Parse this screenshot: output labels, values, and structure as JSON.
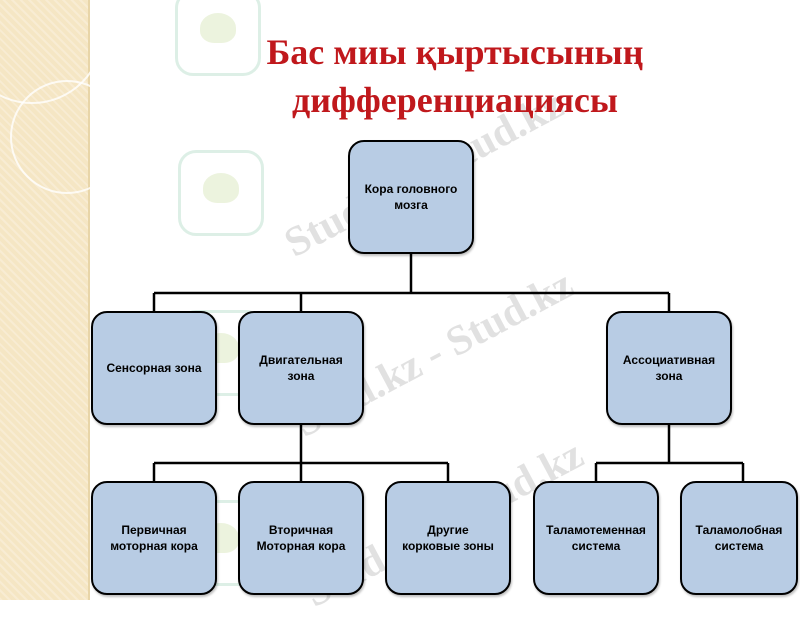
{
  "slide": {
    "title_line1": "Бас миы қыртысының",
    "title_line2": "дифференциациясы",
    "watermark": "Stud.kz - Stud.kz"
  },
  "diagram": {
    "root": "Кора головного мозга",
    "level2": [
      "Сенсорная зона",
      "Двигательная зона",
      "Ассоциативная зона"
    ],
    "motor_children": [
      "Первичная моторная кора",
      "Вторичная Моторная кора",
      "Другие корковые зоны"
    ],
    "assoc_children": [
      "Таламотеменная система",
      "Таламолобная система"
    ]
  },
  "colors": {
    "title": "#c0181c",
    "node_fill": "#b8cce4",
    "band": "#f5e6c4"
  }
}
